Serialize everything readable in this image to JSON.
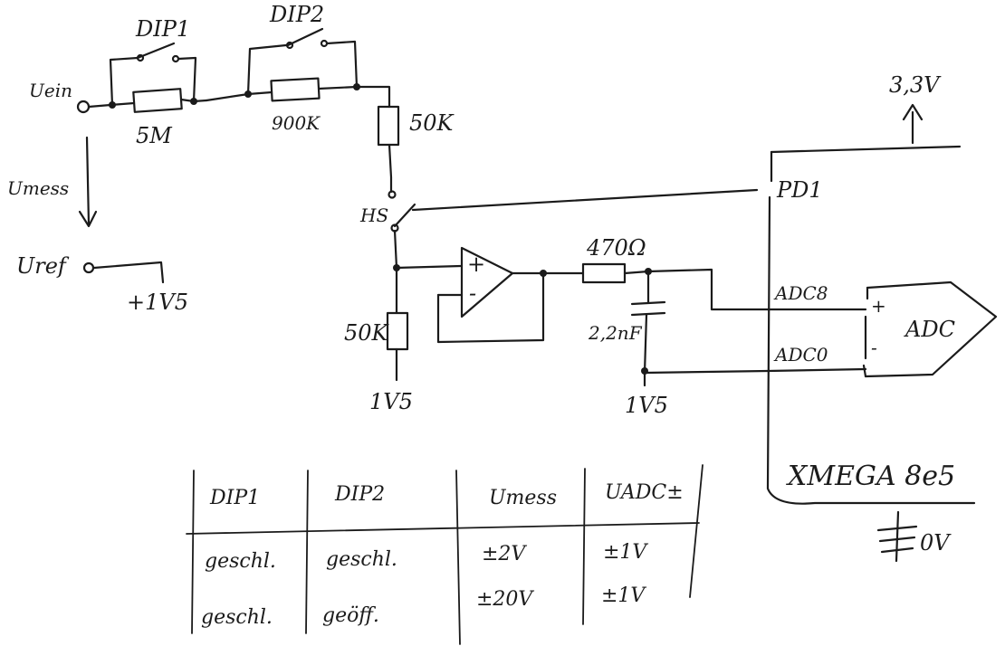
{
  "labels": {
    "dip1": "DIP1",
    "dip2": "DIP2",
    "u_ein": "Uein",
    "r_5m": "5M",
    "r_900k": "900K",
    "r_50k_top": "50K",
    "r_50k_bottom": "50K",
    "u_mess": "Umess",
    "u_ref": "Uref",
    "ref_voltage": "+1V5",
    "switch_hs": "HS",
    "gnd_1v5_left": "1V5",
    "gnd_1v5_right": "1V5",
    "r_470": "470Ω",
    "cap_2_2nf": "2,2nF",
    "opamp_plus": "+",
    "opamp_minus": "-",
    "vcc": "3,3V",
    "pin_pd1": "PD1",
    "pin_adc8": "ADC8",
    "pin_adc0": "ADC0",
    "adc_block": "ADC",
    "adc_plus": "+",
    "adc_minus": "-",
    "mcu_name": "XMEGA 8e5",
    "ground": "0V"
  },
  "table": {
    "headers": [
      "DIP1",
      "DIP2",
      "Umess",
      "UADC±"
    ],
    "rows": [
      [
        "geschl.",
        "geschl.",
        "±2V",
        "±1V"
      ],
      [
        "geschl.",
        "geöff.",
        "±20V",
        "±1V"
      ]
    ]
  }
}
